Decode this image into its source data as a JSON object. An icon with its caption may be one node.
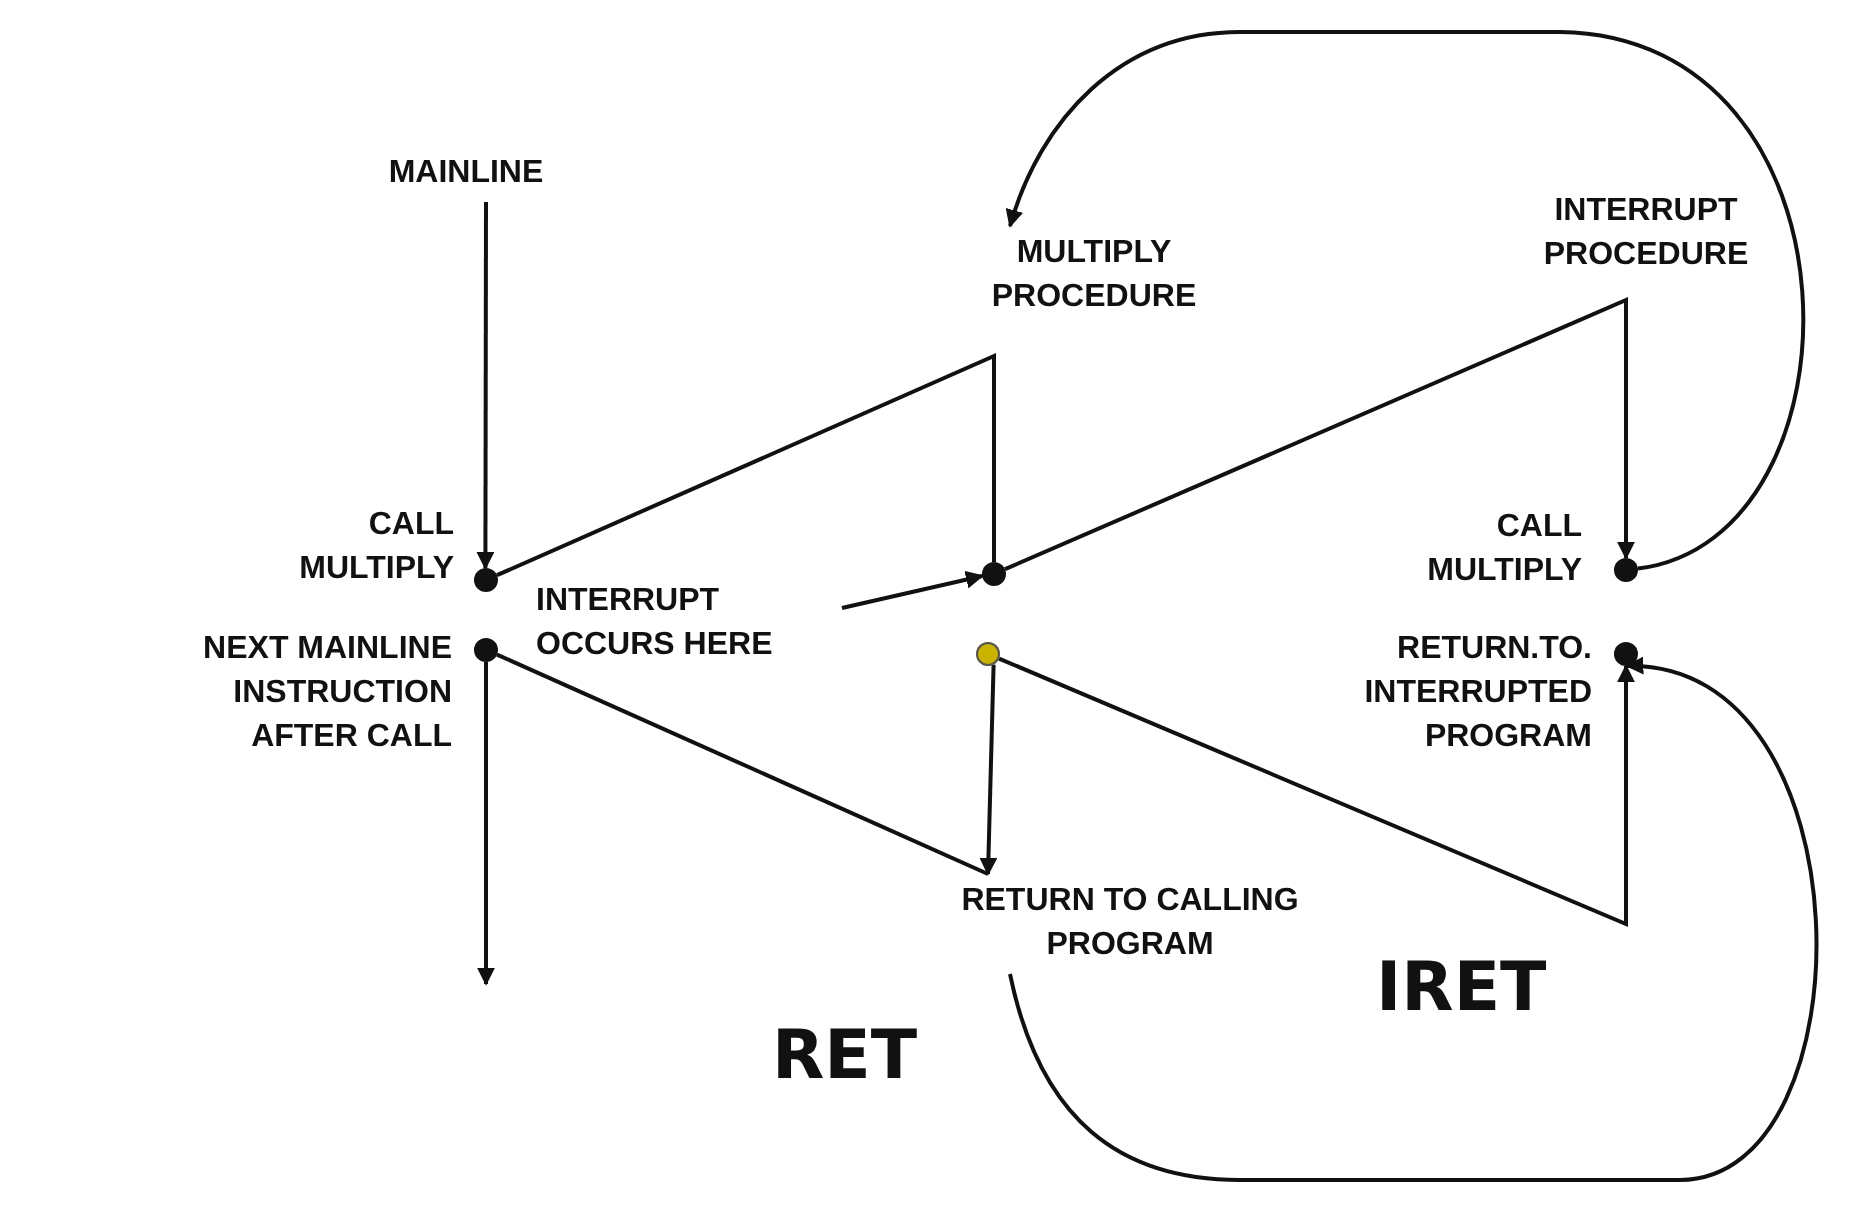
{
  "diagram": {
    "nodes": [
      {
        "text": [
          "MAINLINE"
        ]
      },
      {
        "text": [
          "CALL MULTIPLY"
        ]
      },
      {
        "text": [],
        "shape": "circle"
      },
      {
        "text": [
          "NEXT MAINLINE INSTRUCTION AFTER CALL"
        ]
      },
      {
        "text": [],
        "shape": "circle"
      },
      {
        "text": [
          "MULTIPLY PROCEDURE"
        ]
      },
      {
        "text": [
          "INTERRUPT OCCURS HERE"
        ]
      },
      {
        "text": [],
        "shape": "circle"
      },
      {
        "text": [],
        "shape": "circle"
      },
      {
        "text": [
          "RETURN TO CALLING PROGRAM"
        ]
      },
      {
        "text": [
          "INTERRUPT PROCEDURE"
        ]
      },
      {
        "text": [
          "CALL MULTIPLY"
        ]
      },
      {
        "text": [],
        "shape": "circle"
      },
      {
        "text": [
          "RETURN.TO. INTERRUPTED PROGRAM"
        ]
      },
      {
        "text": [],
        "shape": "circle"
      }
    ],
    "edges": [
      {
        "from": 0,
        "to": 2,
        "arrow": "to"
      },
      {
        "from": 2,
        "to": 7,
        "arrow": "none"
      },
      {
        "from": 6,
        "to": 7,
        "arrow": "to"
      },
      {
        "from": 7,
        "to": 12,
        "arrow": "to"
      },
      {
        "from": 12,
        "to": 5,
        "arrow": "to"
      },
      {
        "from": 8,
        "to": 9,
        "arrow": "to"
      },
      {
        "from": 4,
        "to": 9,
        "arrow": "none"
      },
      {
        "from": 8,
        "to": 14,
        "arrow": "to"
      },
      {
        "from": 9,
        "to": 14,
        "arrow": "to"
      },
      {
        "from": 4,
        "to": null,
        "arrow": "to"
      }
    ],
    "labels": [
      "IRET",
      "RET"
    ]
  }
}
